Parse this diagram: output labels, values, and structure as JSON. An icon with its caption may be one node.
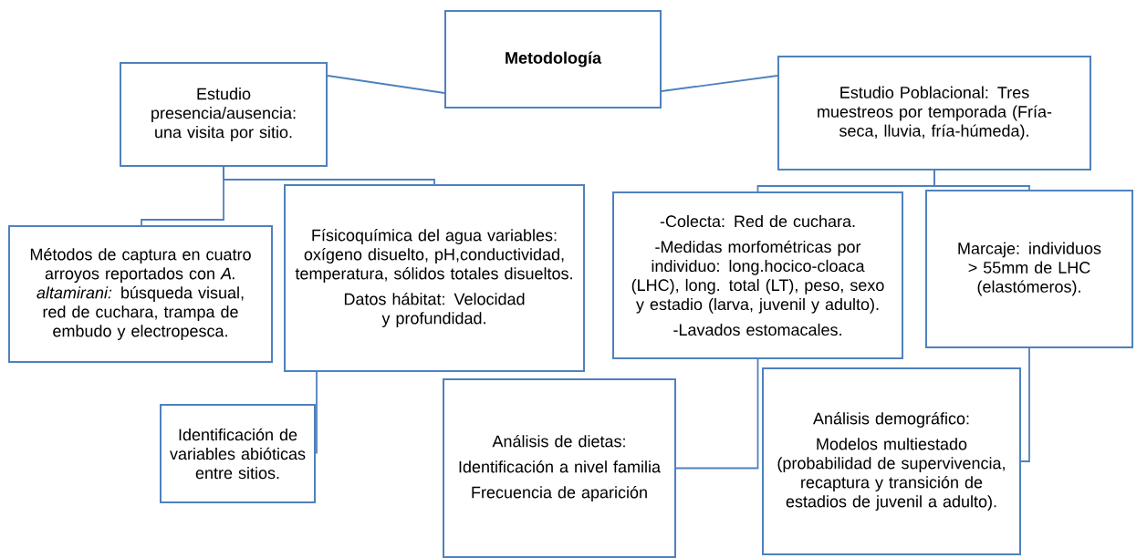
{
  "diagram": {
    "nodes": [
      {
        "text": [
          "Metodología"
        ]
      },
      {
        "text": [
          "Estudio presencia/ausencia: una visita por sitio."
        ]
      },
      {
        "text": [
          "Estudio Poblacional: Tres muestreos por temporada (Fría-seca, lluvia, fría-húmeda)."
        ]
      },
      {
        "text": [
          "Métodos de captura en cuatro arroyos reportados con *A. altamirani:* búsqueda visual, red de cuchara, trampa de embudo y electropesca."
        ]
      },
      {
        "text": [
          "Físicoquímica del agua variables: oxígeno disuelto, pH,conductividad, temperatura, sólidos totales disueltos.",
          "Datos hábitat: Velocidad y profundidad."
        ]
      },
      {
        "text": [
          "Identificación de variables abióticas entre sitios."
        ]
      },
      {
        "text": [
          "-Colecta: Red de cuchara.",
          "-Medidas morfométricas por individuo: long.hocico-cloaca (LHC), long. total (LT), peso, sexo y estadio (larva, juvenil y adulto).",
          "-Lavados estomacales."
        ]
      },
      {
        "text": [
          "Marcaje: individuos > 55mm de LHC (elastómeros)."
        ]
      },
      {
        "text": [
          "Análisis de dietas:",
          "Identificación a nivel familia",
          "Frecuencia de aparición"
        ]
      },
      {
        "text": [
          "Análisis demográfico:",
          "Modelos multiestado (probabilidad de supervivencia, recaptura y transición de estadios de juvenil a adulto)."
        ]
      }
    ],
    "edges": [
      {
        "from": 0,
        "to": 1,
        "arrow": "none"
      },
      {
        "from": 0,
        "to": 2,
        "arrow": "none"
      },
      {
        "from": 1,
        "to": 3,
        "arrow": "none"
      },
      {
        "from": 1,
        "to": 4,
        "arrow": "none"
      },
      {
        "from": 4,
        "to": 5,
        "arrow": "none"
      },
      {
        "from": 2,
        "to": 6,
        "arrow": "none"
      },
      {
        "from": 2,
        "to": 7,
        "arrow": "none"
      },
      {
        "from": 6,
        "to": 8,
        "arrow": "none"
      },
      {
        "from": 7,
        "to": 9,
        "arrow": "none"
      }
    ]
  }
}
